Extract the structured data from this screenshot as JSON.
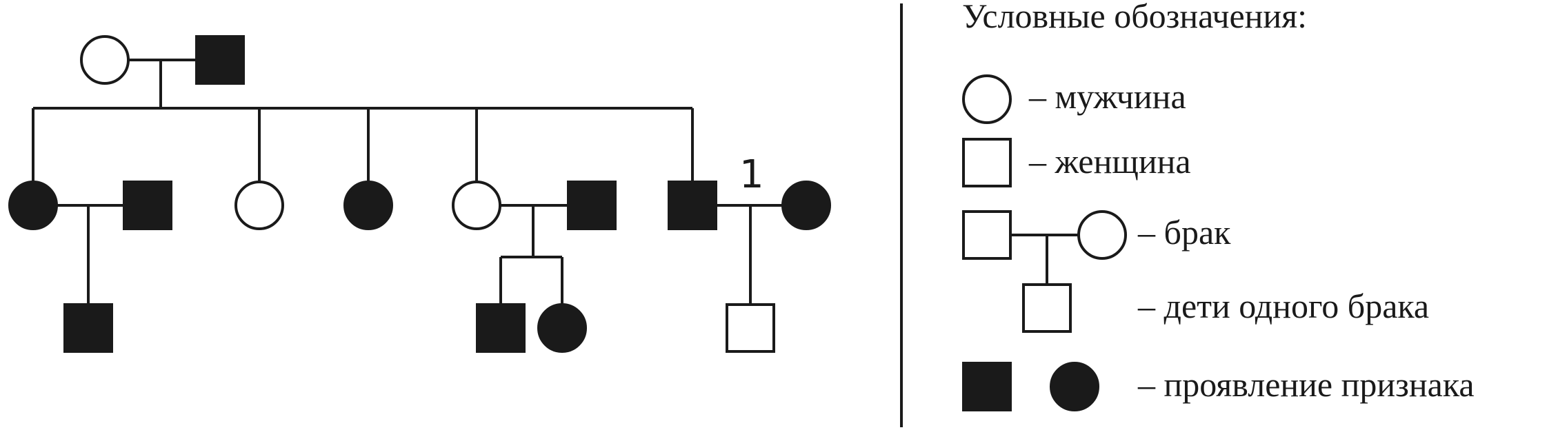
{
  "pedigree": {
    "generations": [
      {
        "members": [
          {
            "sex": "circle",
            "affected": false
          },
          {
            "sex": "square",
            "affected": true
          }
        ]
      },
      {
        "members": [
          {
            "sex": "circle",
            "affected": true
          },
          {
            "sex": "square",
            "affected": true,
            "note": "spouse"
          },
          {
            "sex": "circle",
            "affected": false
          },
          {
            "sex": "circle",
            "affected": true
          },
          {
            "sex": "circle",
            "affected": false
          },
          {
            "sex": "square",
            "affected": true,
            "note": "spouse"
          },
          {
            "sex": "square",
            "affected": true
          },
          {
            "sex": "circle",
            "affected": true,
            "note": "spouse"
          }
        ]
      },
      {
        "members": [
          {
            "sex": "square",
            "affected": true
          },
          {
            "sex": "square",
            "affected": true
          },
          {
            "sex": "circle",
            "affected": true
          },
          {
            "sex": "square",
            "affected": false
          }
        ]
      }
    ],
    "marker_label": "1"
  },
  "legend": {
    "title": "Условные обозначения:",
    "items": {
      "man": "– мужчина",
      "woman": "– женщина",
      "marriage": "– брак",
      "children": "– дети одного брака",
      "trait": "– проявление признака"
    }
  },
  "colors": {
    "ink": "#1a1a1a",
    "background": "#ffffff"
  }
}
